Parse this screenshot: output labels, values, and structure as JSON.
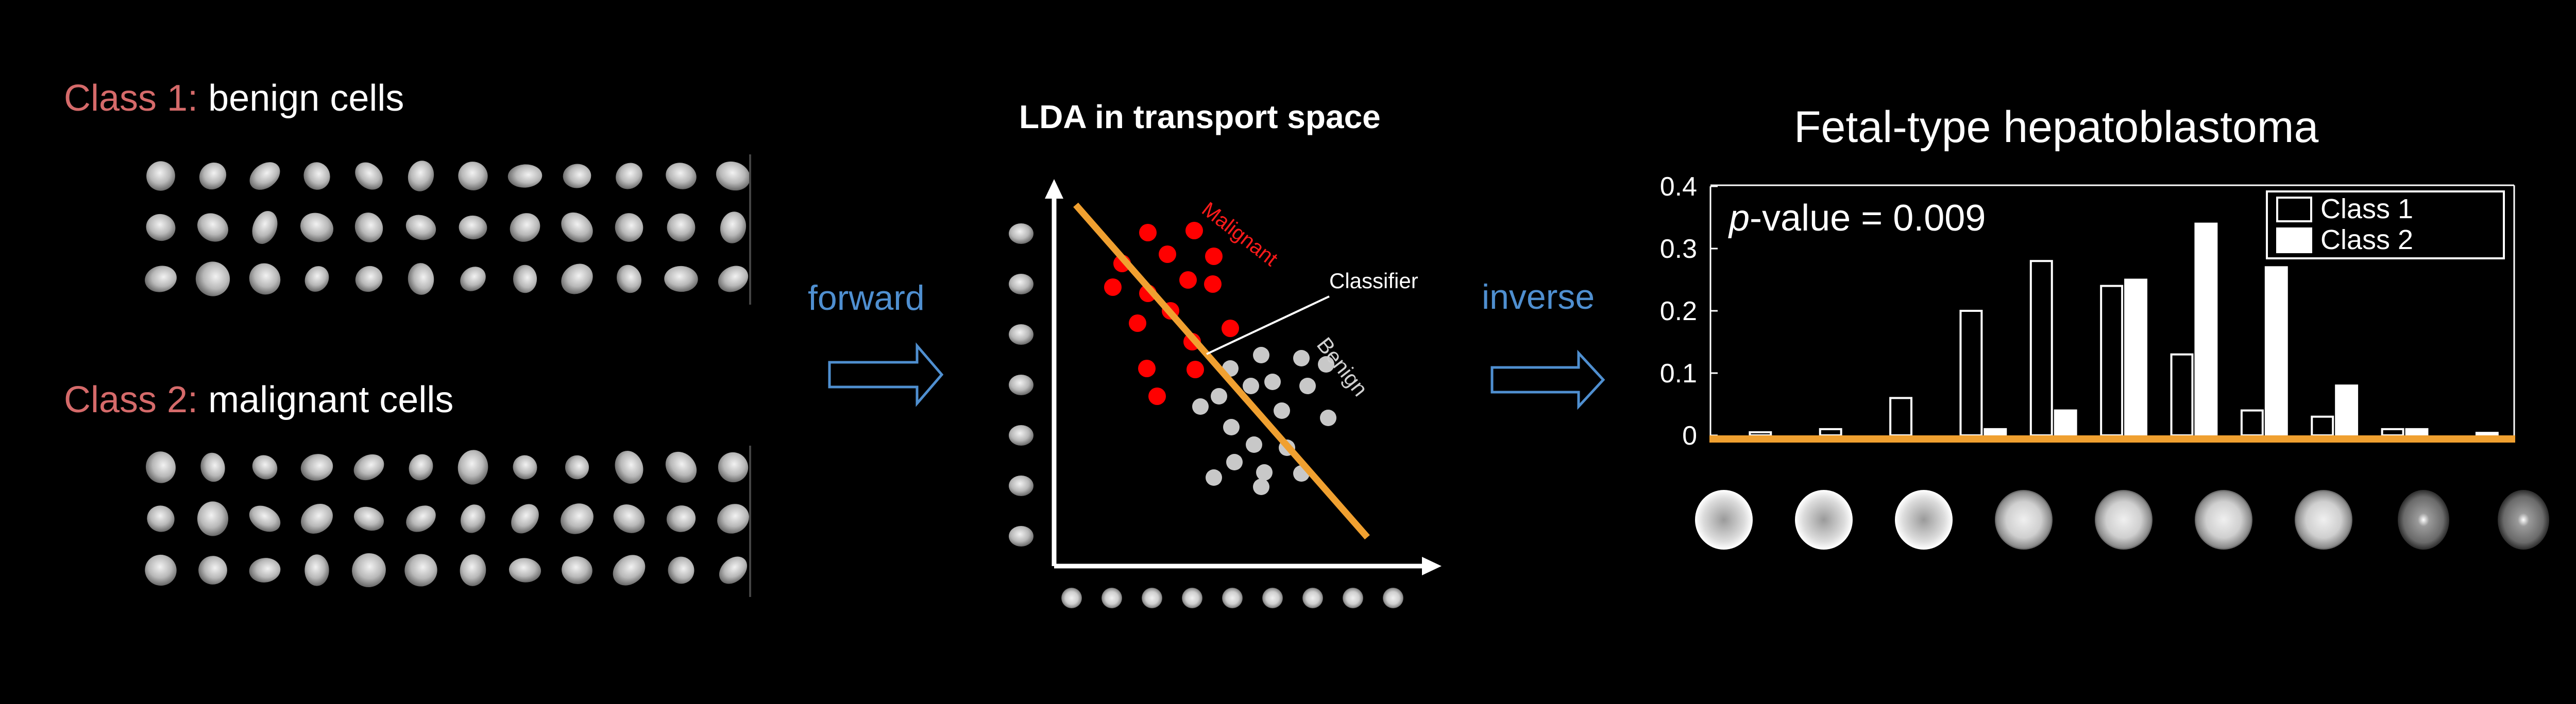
{
  "left_panel": {
    "class1": {
      "prefix": "Class 1:",
      "name": "benign cells"
    },
    "class2": {
      "prefix": "Class 2:",
      "name": "malignant cells"
    }
  },
  "arrows": {
    "forward": "forward",
    "inverse": "inverse"
  },
  "lda": {
    "title": "LDA in transport space",
    "malignant_label": "Malignant",
    "classifier_label": "Classifier",
    "benign_label": "Benign",
    "line_color": "#f0a030",
    "malignant_color": "#ff0000",
    "benign_color": "#c8c8c8"
  },
  "histogram": {
    "title": "Fetal-type hepatoblastoma",
    "pvalue_prefix": "p",
    "pvalue_rest": "-value = 0.009",
    "axis_color": "#f0a030"
  },
  "chart_data": {
    "type": "bar",
    "title": "Fetal-type hepatoblastoma",
    "ylim": [
      0,
      0.4
    ],
    "yticks": [
      "0",
      "0.1",
      "0.2",
      "0.3",
      "0.4"
    ],
    "legend": {
      "placement": "top-right"
    },
    "series": [
      {
        "name": "Class 1",
        "values": [
          0.005,
          0.01,
          0.06,
          0.2,
          0.28,
          0.24,
          0.13,
          0.04,
          0.03,
          0.01,
          0.0
        ]
      },
      {
        "name": "Class 2",
        "values": [
          0.0,
          0.0,
          0.0,
          0.01,
          0.04,
          0.25,
          0.34,
          0.27,
          0.08,
          0.01,
          0.004
        ]
      }
    ]
  }
}
